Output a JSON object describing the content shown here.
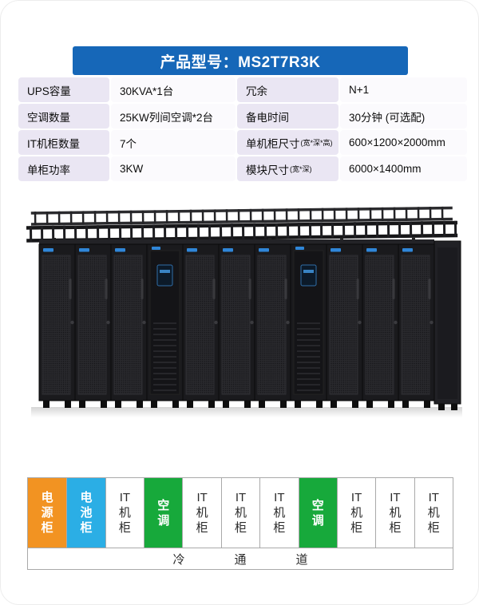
{
  "header": {
    "title": "产品型号：MS2T7R3K"
  },
  "colors": {
    "header_blue": "#1667B8",
    "label_cell": "#EAE6F3",
    "value_cell": "#FBFAFD",
    "power_orange": "#F29322",
    "battery_blue": "#2BAEE5",
    "ac_green": "#17A93B",
    "diagram_border": "#A9A9A9"
  },
  "spec_table": {
    "rows": [
      {
        "label1": "UPS容量",
        "value1": "30KVA*1台",
        "label2": "冗余",
        "value2": "N+1"
      },
      {
        "label1": "空调数量",
        "value1": "25KW列间空调*2台",
        "label2": "备电时间",
        "value2": "30分钟 (可选配)"
      },
      {
        "label1": "IT机柜数量",
        "value1": "7个",
        "label2": "单机柜尺寸",
        "label2_sub": "(宽*深*高)",
        "value2": "600×1200×2000mm"
      },
      {
        "label1": "单柜功率",
        "value1": "3KW",
        "label2": "模块尺寸",
        "label2_sub": "(宽*深)",
        "value2": "6000×1400mm"
      }
    ]
  },
  "rack_photo": {
    "cabinets": [
      "rack",
      "rack",
      "rack",
      "ac",
      "rack",
      "rack",
      "rack",
      "ac",
      "rack",
      "rack",
      "rack"
    ]
  },
  "layout_diagram": {
    "cells": [
      {
        "label": "电源柜",
        "type": "power"
      },
      {
        "label": "电池柜",
        "type": "battery"
      },
      {
        "label": "IT机柜",
        "type": "it"
      },
      {
        "label": "空调",
        "type": "ac"
      },
      {
        "label": "IT机柜",
        "type": "it"
      },
      {
        "label": "IT机柜",
        "type": "it"
      },
      {
        "label": "IT机柜",
        "type": "it"
      },
      {
        "label": "空调",
        "type": "ac"
      },
      {
        "label": "IT机柜",
        "type": "it"
      },
      {
        "label": "IT机柜",
        "type": "it"
      },
      {
        "label": "IT机柜",
        "type": "it"
      }
    ],
    "aisle_label": "冷通道"
  }
}
